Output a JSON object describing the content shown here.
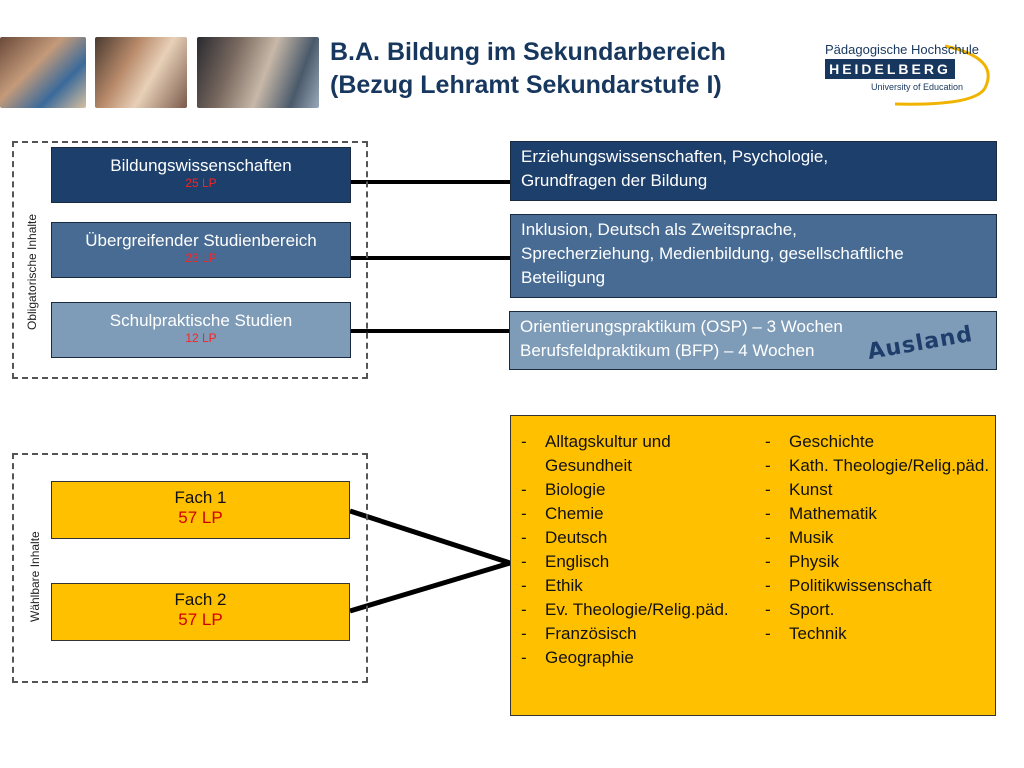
{
  "header": {
    "title_line1": "B.A. Bildung im Sekundarbereich",
    "title_line2": "(Bezug Lehramt Sekundarstufe I)",
    "logo_top": "Pädagogische Hochschule",
    "logo_mid": "HEIDELBERG",
    "logo_bot": "University of Education"
  },
  "colors": {
    "dark_blue": "#1c3f6b",
    "mid_blue": "#476b93",
    "light_blue": "#7e9cb8",
    "gold": "#ffc000",
    "lp_red": "#ff2020"
  },
  "obligatory": {
    "label": "Obligatorische Inhalte",
    "boxes": [
      {
        "title": "Bildungswissenschaften",
        "lp": "25 LP"
      },
      {
        "title": "Übergreifender Studienbereich",
        "lp": "23 LP"
      },
      {
        "title": "Schulpraktische Studien",
        "lp": "12 LP"
      }
    ],
    "details": [
      {
        "line1": "Erziehungswissenschaften, Psychologie,",
        "line2": "Grundfragen der Bildung",
        "line3": ""
      },
      {
        "line1": "Inklusion, Deutsch als Zweitsprache,",
        "line2": "Sprecherziehung, Medienbildung, gesellschaftliche",
        "line3": "Beteiligung"
      },
      {
        "line1": "Orientierungspraktikum (OSP) – 3 Wochen",
        "line2": "Berufsfeldpraktikum (BFP) –  4 Wochen",
        "line3": ""
      }
    ],
    "ausland": "Ausland"
  },
  "elective": {
    "label": "Wählbare Inhalte",
    "boxes": [
      {
        "title": "Fach 1",
        "lp": "57 LP"
      },
      {
        "title": "Fach 2",
        "lp": "57 LP"
      }
    ],
    "subjects_left": [
      "Alltagskultur und Gesundheit",
      "Biologie",
      "Chemie",
      "Deutsch",
      "Englisch",
      "Ethik",
      "Ev. Theologie/Relig.päd.",
      "Französisch",
      "Geographie"
    ],
    "subjects_right": [
      "Geschichte",
      "Kath. Theologie/Relig.päd.",
      "Kunst",
      "Mathematik",
      "Musik",
      "Physik",
      "Politikwissenschaft",
      "Sport.",
      "Technik"
    ]
  }
}
